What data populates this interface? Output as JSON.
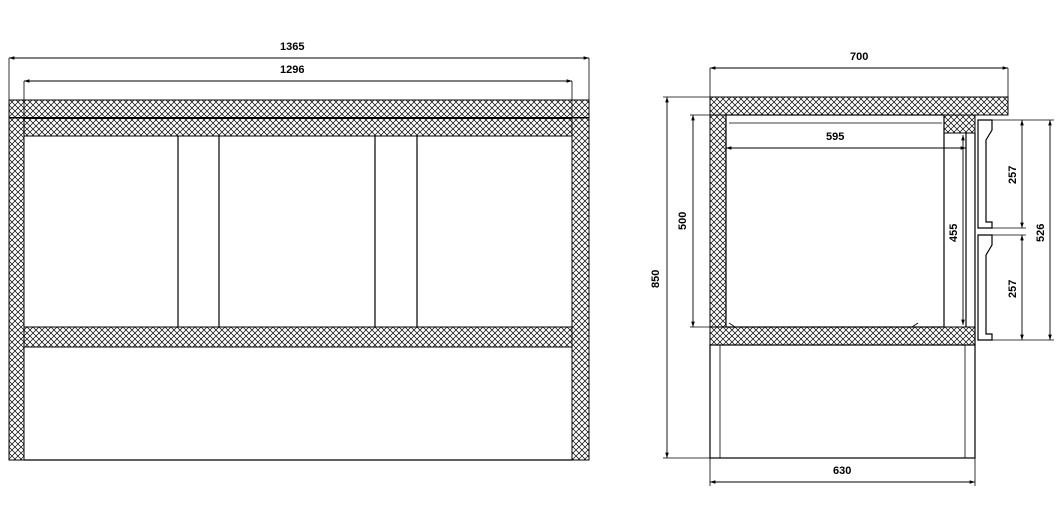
{
  "front_view": {
    "dims": {
      "overall_width": "1365",
      "inner_width": "1296"
    }
  },
  "side_view": {
    "dims": {
      "depth_top": "700",
      "depth_base": "630",
      "overall_height": "850",
      "compartment_height": "500",
      "inner_depth": "595",
      "inner_height": "455",
      "drawer_top": "257",
      "drawer_bottom": "257",
      "drawers_total": "526"
    }
  }
}
